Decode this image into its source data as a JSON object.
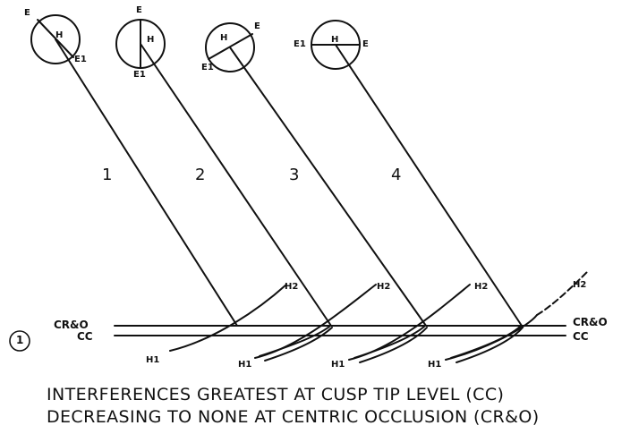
{
  "figure_number": "1",
  "line_labels": {
    "cr_eo": "CR&O",
    "cc": "CC"
  },
  "diagrams": [
    {
      "number": "1",
      "e": "E",
      "h": "H",
      "e1": "E1",
      "h1": "H1",
      "h2": "H2"
    },
    {
      "number": "2",
      "e": "E",
      "h": "H",
      "e1": "E1",
      "h1": "H1",
      "h2": "H2"
    },
    {
      "number": "3",
      "e": "E",
      "h": "H",
      "e1": "E1",
      "h1": "H1",
      "h2": "H2"
    },
    {
      "number": "4",
      "e": "E",
      "h": "H",
      "e1": "E1",
      "h1": "H1",
      "h2": "H2"
    }
  ],
  "caption": {
    "line1": "INTERFERENCES GREATEST AT CUSP TIP LEVEL (CC)",
    "line2": "DECREASING TO NONE AT CENTRIC OCCLUSION (CR&O)"
  }
}
